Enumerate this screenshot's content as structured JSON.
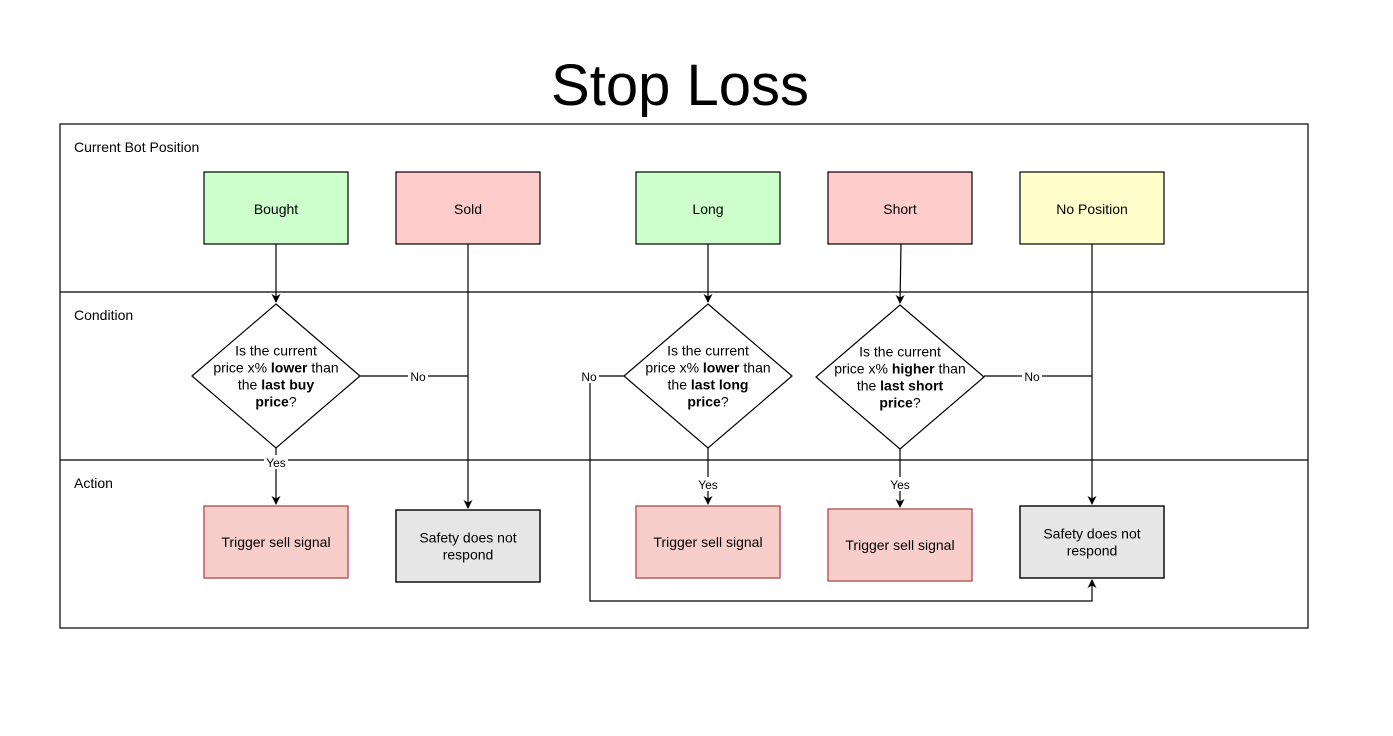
{
  "title": "Stop Loss",
  "lanes": [
    {
      "label": "Current Bot Position"
    },
    {
      "label": "Condition"
    },
    {
      "label": "Action"
    }
  ],
  "positions": [
    {
      "label": "Bought",
      "fill": "#ccffcc"
    },
    {
      "label": "Sold",
      "fill": "#ffcccc"
    },
    {
      "label": "Long",
      "fill": "#ccffcc"
    },
    {
      "label": "Short",
      "fill": "#ffcccc"
    },
    {
      "label": "No Position",
      "fill": "#ffffcc"
    }
  ],
  "conditions": [
    {
      "lines": [
        [
          {
            "t": "Is the current"
          }
        ],
        [
          {
            "t": "price x% "
          },
          {
            "t": "lower",
            "b": true
          },
          {
            "t": " than"
          }
        ],
        [
          {
            "t": "the "
          },
          {
            "t": "last buy",
            "b": true
          }
        ],
        [
          {
            "t": "price",
            "b": true
          },
          {
            "t": "?"
          }
        ]
      ]
    },
    {
      "lines": [
        [
          {
            "t": "Is the current"
          }
        ],
        [
          {
            "t": "price x% "
          },
          {
            "t": "lower",
            "b": true
          },
          {
            "t": " than"
          }
        ],
        [
          {
            "t": "the "
          },
          {
            "t": "last long",
            "b": true
          }
        ],
        [
          {
            "t": "price",
            "b": true
          },
          {
            "t": "?"
          }
        ]
      ]
    },
    {
      "lines": [
        [
          {
            "t": "Is the current"
          }
        ],
        [
          {
            "t": "price x% "
          },
          {
            "t": "higher",
            "b": true
          },
          {
            "t": " than"
          }
        ],
        [
          {
            "t": "the "
          },
          {
            "t": "last short",
            "b": true
          }
        ],
        [
          {
            "t": "price",
            "b": true
          },
          {
            "t": "?"
          }
        ]
      ]
    }
  ],
  "actions": [
    {
      "lines": [
        "Trigger sell signal"
      ],
      "fill": "#f8cecc",
      "stroke": "#b85450"
    },
    {
      "lines": [
        "Safety does not",
        "respond"
      ],
      "fill": "#e6e6e6",
      "stroke": "#000000"
    },
    {
      "lines": [
        "Trigger sell signal"
      ],
      "fill": "#f8cecc",
      "stroke": "#b85450"
    },
    {
      "lines": [
        "Trigger sell signal"
      ],
      "fill": "#f8cecc",
      "stroke": "#b85450"
    },
    {
      "lines": [
        "Safety does not",
        "respond"
      ],
      "fill": "#e6e6e6",
      "stroke": "#000000"
    }
  ],
  "edge_labels": {
    "yes": "Yes",
    "no": "No"
  }
}
